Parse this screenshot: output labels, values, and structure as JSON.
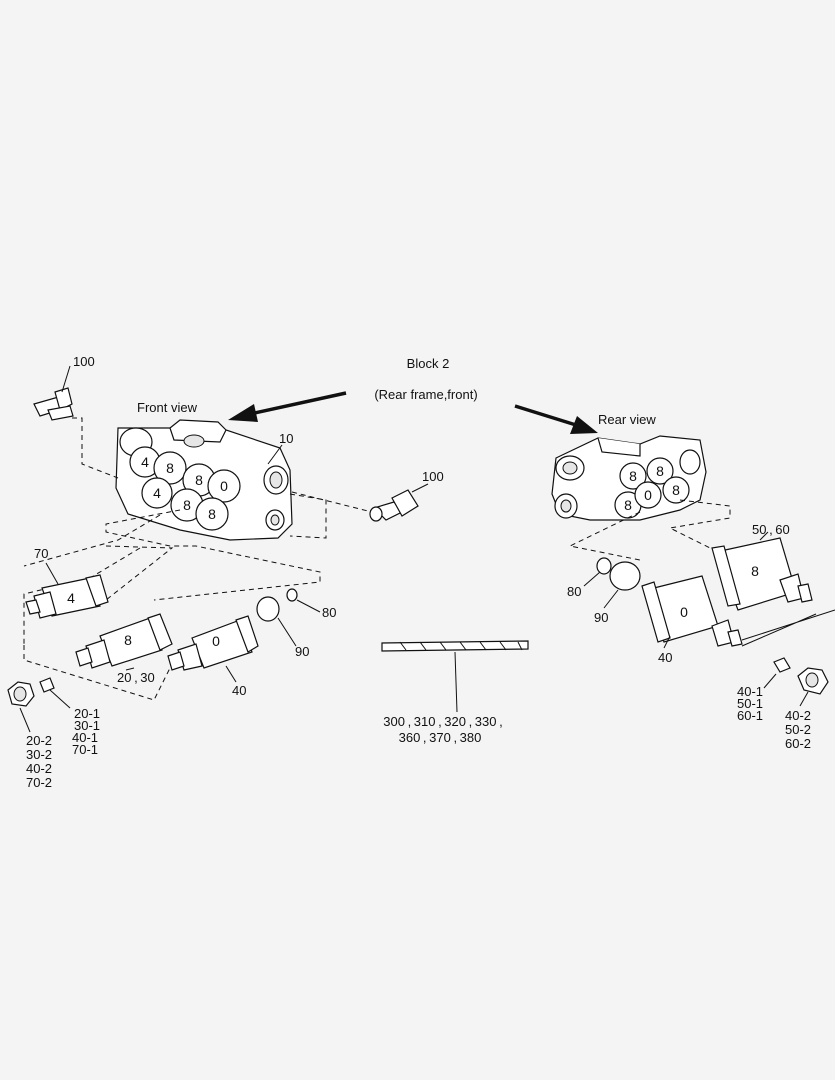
{
  "title": {
    "block": "Block 2",
    "subtitle": "(Rear frame,front)"
  },
  "views": {
    "front": "Front view",
    "rear": "Rear view"
  },
  "front_ports": [
    "4",
    "8",
    "8",
    "0",
    "4",
    "8",
    "8"
  ],
  "rear_ports": [
    "8",
    "8",
    "8",
    "0",
    "8"
  ],
  "valves": {
    "v70": "4",
    "v20": "8",
    "v40": "0",
    "r50": "8",
    "r40": "0"
  },
  "callouts": {
    "c100a": "100",
    "c100b": "100",
    "c10": "10",
    "c70": "70",
    "c2030": "20 , 30",
    "c40": "40",
    "c90": "90",
    "c80": "80",
    "c201": [
      "20-1",
      "30-1",
      "40-1",
      "70-1"
    ],
    "c202": [
      "20-2",
      "30-2",
      "40-2",
      "70-2"
    ],
    "c300": [
      "300 , 310 , 320 , 330 ,",
      "360 , 370 , 380"
    ],
    "c5060": "50 , 60",
    "cr80": "80",
    "cr90": "90",
    "cr40": "40",
    "cr401": [
      "40-1",
      "50-1",
      "60-1"
    ],
    "cr402": [
      "40-2",
      "50-2",
      "60-2"
    ]
  }
}
